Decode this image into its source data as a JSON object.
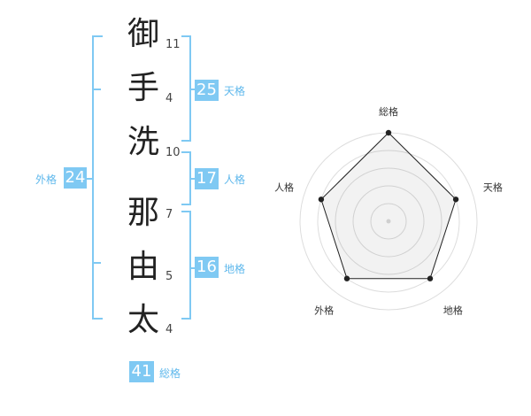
{
  "name_chars": [
    {
      "char": "御",
      "strokes": "11"
    },
    {
      "char": "手",
      "strokes": "4"
    },
    {
      "char": "洗",
      "strokes": "10"
    },
    {
      "char": "那",
      "strokes": "7"
    },
    {
      "char": "由",
      "strokes": "5"
    },
    {
      "char": "太",
      "strokes": "4"
    }
  ],
  "fortunes": {
    "tenkaku": {
      "value": "25",
      "label": "天格"
    },
    "jinkaku": {
      "value": "17",
      "label": "人格"
    },
    "chikaku": {
      "value": "16",
      "label": "地格"
    },
    "gaikaku": {
      "value": "24",
      "label": "外格"
    },
    "soukaku": {
      "value": "41",
      "label": "総格"
    }
  },
  "radar": {
    "axes": [
      "総格",
      "天格",
      "地格",
      "外格",
      "人格"
    ],
    "levels": 5,
    "values": [
      5,
      4,
      4,
      4,
      4
    ],
    "max": 5
  }
}
